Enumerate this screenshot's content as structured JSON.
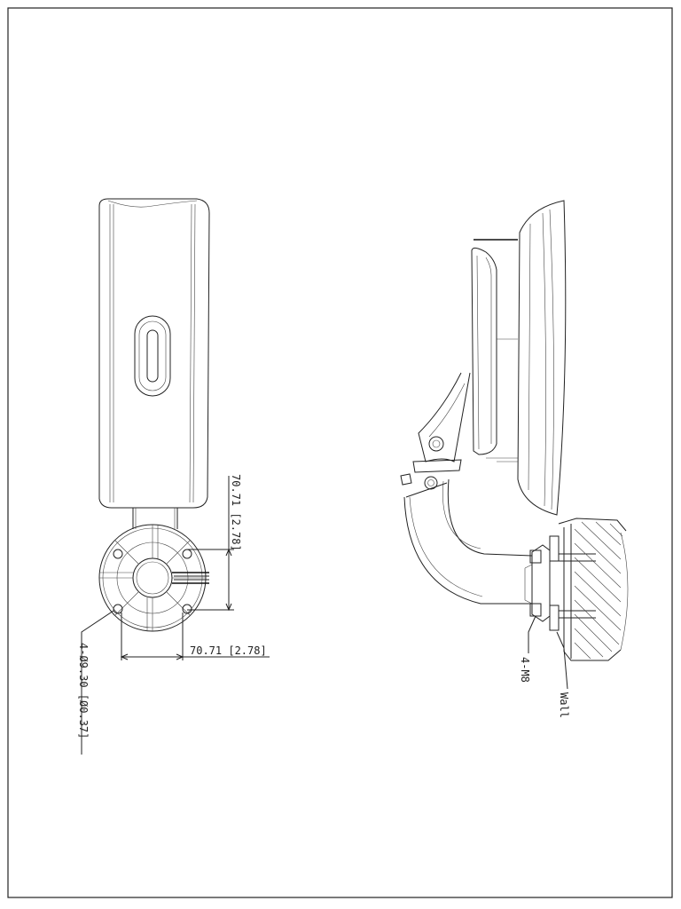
{
  "drawing": {
    "dimension_vertical": "70.71 [2.78]",
    "dimension_horizontal": "70.71 [2.78]",
    "hole_callout": "4-Ø9.30 [Ø0.37]",
    "bolt_callout": "4-M8",
    "wall_label": "Wall"
  }
}
